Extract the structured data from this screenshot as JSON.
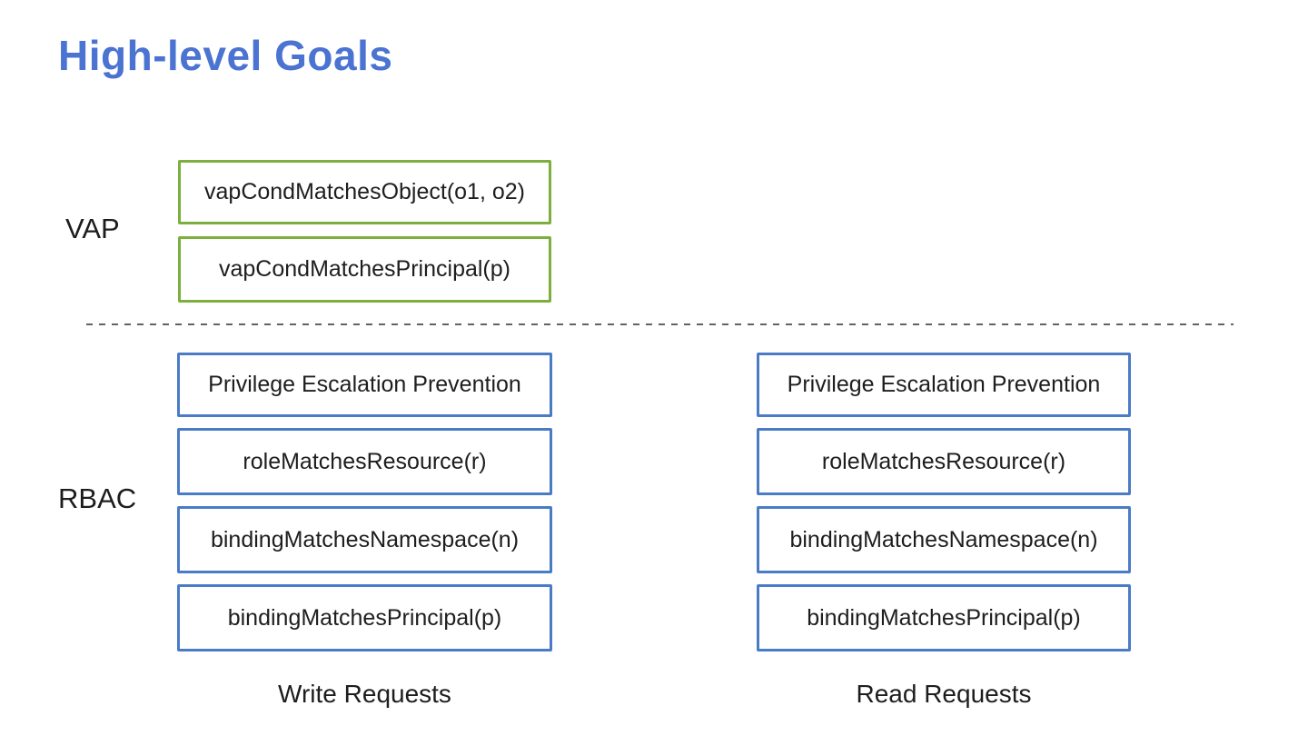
{
  "title": "High-level Goals",
  "colors": {
    "title_blue": "#4b73d2",
    "vap_border_green": "#7caf3e",
    "rbac_border_blue": "#4a7bc6",
    "text_dark": "#1e1e1e",
    "divider_gray": "#636363"
  },
  "vap": {
    "label": "VAP",
    "boxes": [
      "vapCondMatchesObject(o1, o2)",
      "vapCondMatchesPrincipal(p)"
    ]
  },
  "rbac": {
    "label": "RBAC",
    "write_column": {
      "boxes": [
        "Privilege Escalation Prevention",
        "roleMatchesResource(r)",
        "bindingMatchesNamespace(n)",
        "bindingMatchesPrincipal(p)"
      ],
      "caption": "Write Requests"
    },
    "read_column": {
      "boxes": [
        "Privilege Escalation Prevention",
        "roleMatchesResource(r)",
        "bindingMatchesNamespace(n)",
        "bindingMatchesPrincipal(p)"
      ],
      "caption": "Read Requests"
    }
  }
}
